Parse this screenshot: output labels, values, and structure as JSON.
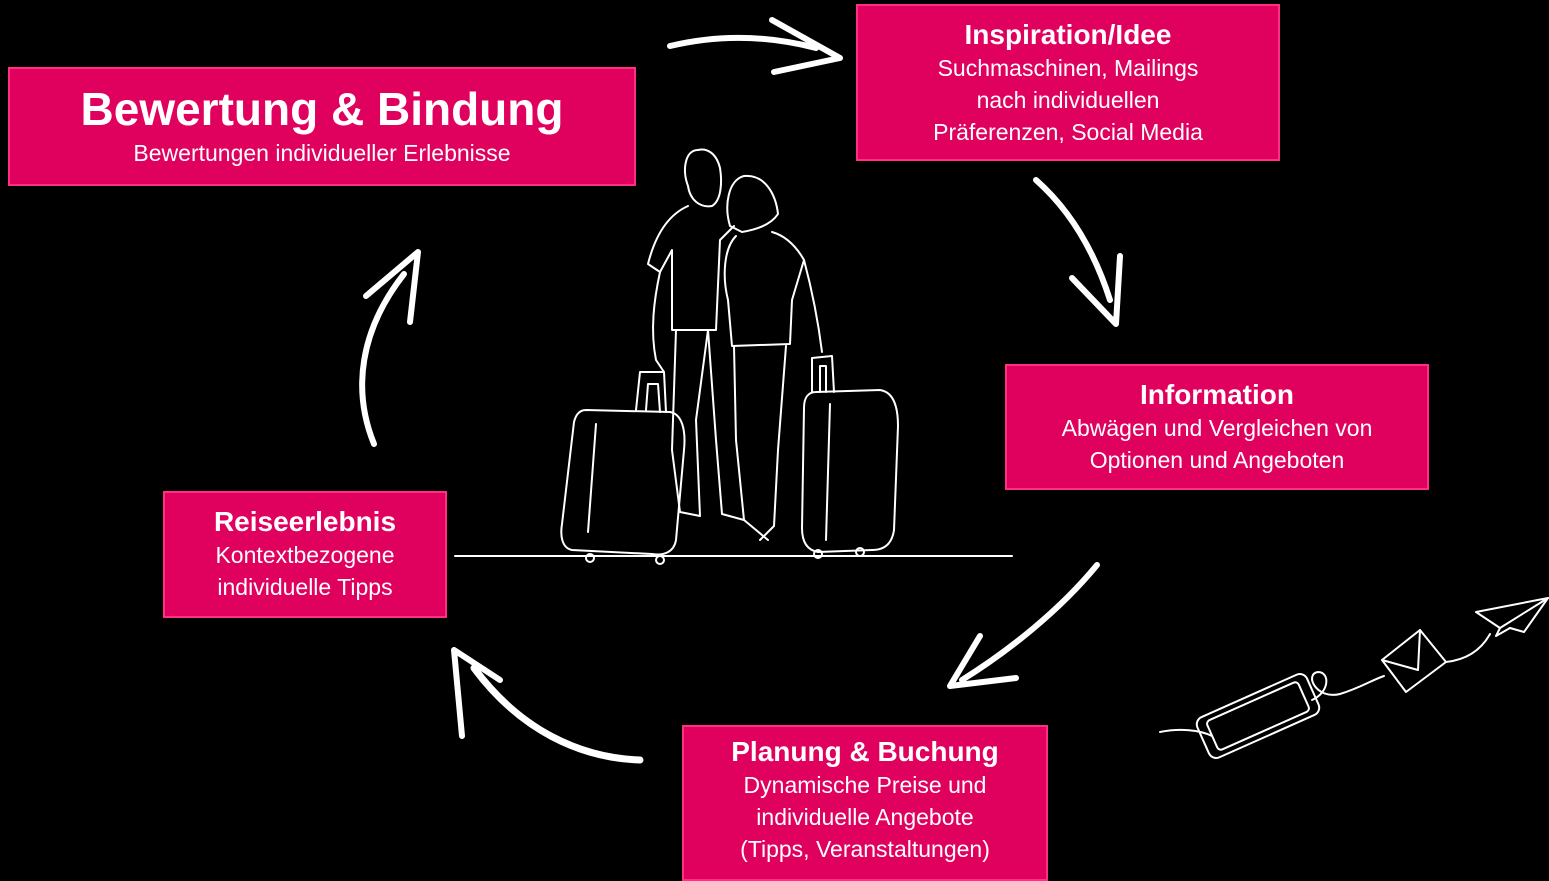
{
  "colors": {
    "background": "#000000",
    "box_fill": "#e0005e",
    "box_border": "#ff2f84",
    "line_art": "#ffffff"
  },
  "boxes": {
    "inspiration": {
      "title": "Inspiration/Idee",
      "lines": [
        "Suchmaschinen, Mailings",
        "nach individuellen",
        "Präferenzen, Social Media"
      ]
    },
    "bewertung": {
      "title": "Bewertung & Bindung",
      "lines": [
        "Bewertungen individueller Erlebnisse"
      ]
    },
    "information": {
      "title": "Information",
      "lines": [
        "Abwägen und Vergleichen von",
        "Optionen und Angeboten"
      ]
    },
    "reise": {
      "title": "Reiseerlebnis",
      "lines": [
        "Kontextbezogene",
        "individuelle Tipps"
      ]
    },
    "planung": {
      "title": "Planung & Buchung",
      "lines": [
        "Dynamische Preise und",
        "individuelle Angebote",
        "(Tipps, Veranstaltungen)"
      ]
    }
  },
  "icons": {
    "center": "travelling-couple-with-suitcases-line-drawing",
    "corner": "phone-envelope-paper-plane-line-drawing",
    "cycle": "curved-arrow-icon"
  }
}
